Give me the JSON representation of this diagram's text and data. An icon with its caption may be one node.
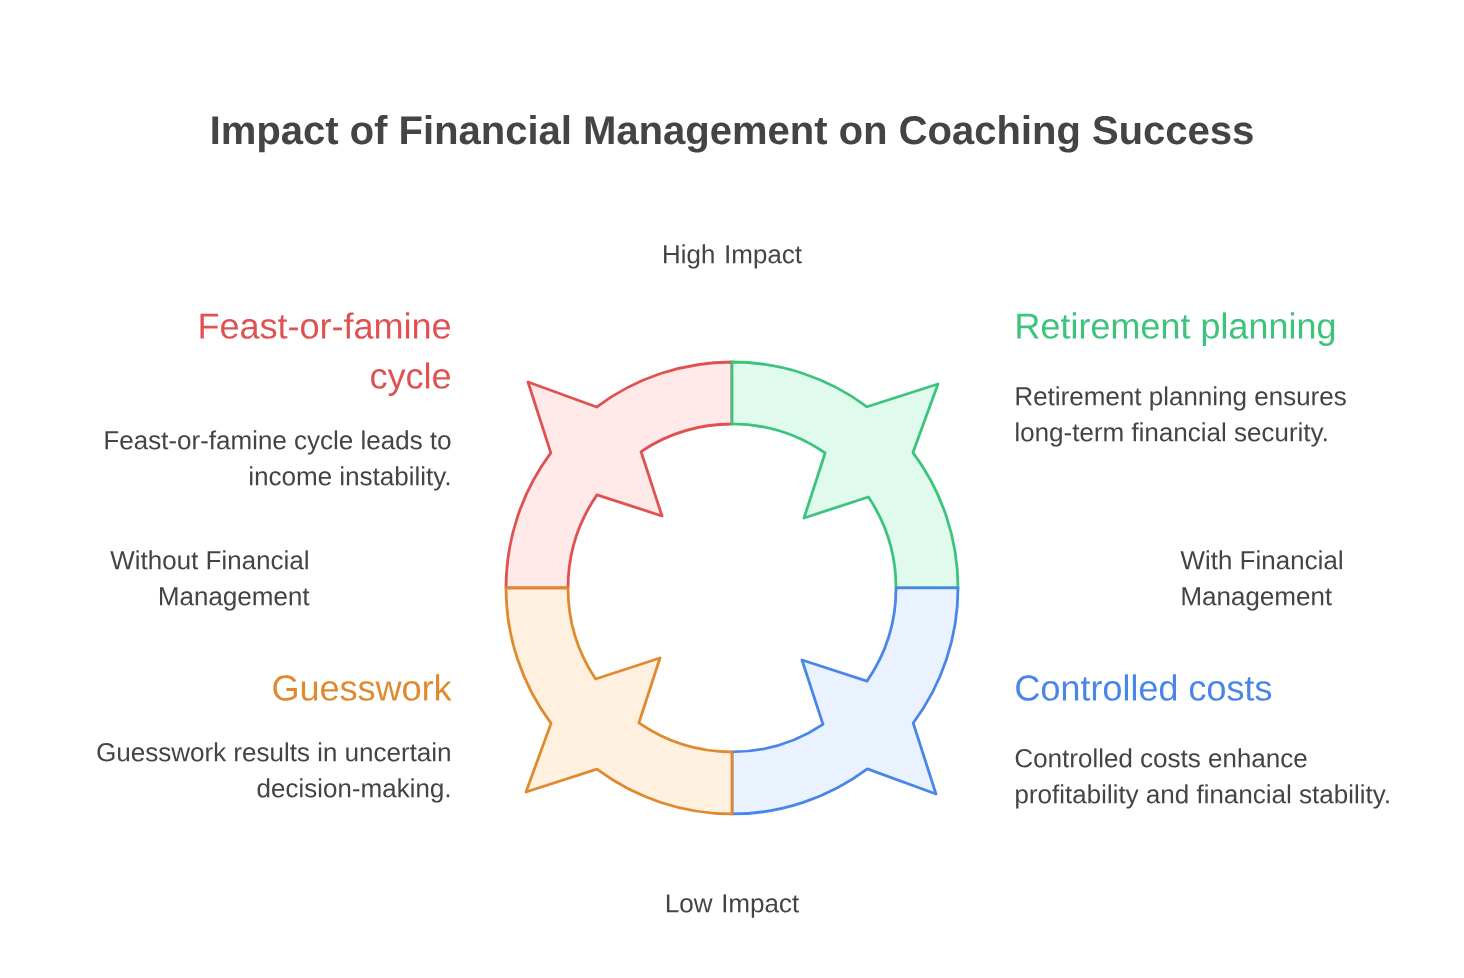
{
  "diagram": {
    "title": "Impact of Financial Management on Coaching Success",
    "labels": [
      "High Impact",
      "Feast-or-famine cycle",
      "Retirement planning",
      "Feast-or-famine cycle leads to income instability.",
      "Retirement planning ensures long-term financial security.",
      "Without Financial Management",
      "With Financial Management",
      "Guesswork",
      "Controlled costs",
      "Guesswork results in uncertain decision-making.",
      "Controlled costs enhance profitability and financial stability.",
      "Low Impact"
    ]
  }
}
